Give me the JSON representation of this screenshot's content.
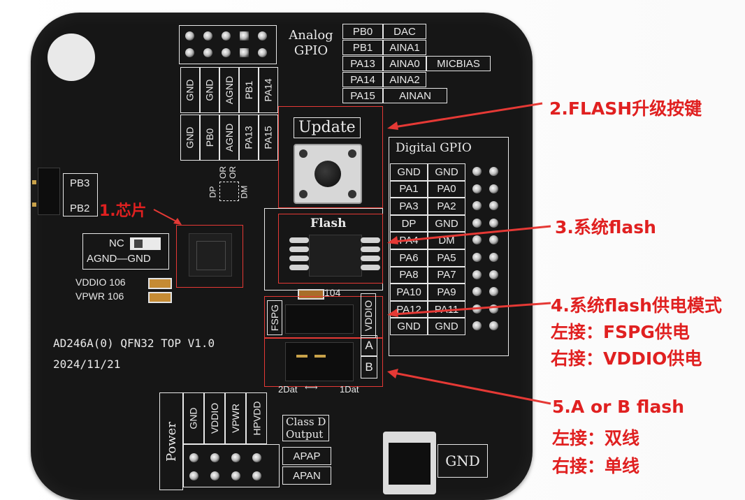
{
  "board": {
    "analog_header": {
      "title_line1": "Analog",
      "title_line2": "GPIO"
    },
    "analog_pin_cols": [
      {
        "top": "GND",
        "bottom": "GND"
      },
      {
        "top": "GND",
        "bottom": "PB0"
      },
      {
        "top": "AGND",
        "bottom": "AGND"
      },
      {
        "top": "PB1",
        "bottom": "PA13"
      },
      {
        "top": "PA14",
        "bottom": "PA15"
      }
    ],
    "analog_table": [
      [
        "PB0",
        "DAC",
        ""
      ],
      [
        "PB1",
        "AINA1",
        ""
      ],
      [
        "PA13",
        "AINA0",
        "MICBIAS"
      ],
      [
        "PA14",
        "AINA2",
        ""
      ],
      [
        "PA15",
        "AINAN",
        ""
      ]
    ],
    "update_label": "Update",
    "digital_title": "Digital GPIO",
    "digital_table": [
      [
        "GND",
        "GND"
      ],
      [
        "PA1",
        "PA0"
      ],
      [
        "PA3",
        "PA2"
      ],
      [
        "DP",
        "GND"
      ],
      [
        "PA4",
        "DM"
      ],
      [
        "PA6",
        "PA5"
      ],
      [
        "PA8",
        "PA7"
      ],
      [
        "PA10",
        "PA9"
      ],
      [
        "PA12",
        "PA11"
      ],
      [
        "GND",
        "GND"
      ]
    ],
    "pb3": "PB3",
    "pb2": "PB2",
    "dp": "DP",
    "or1": "OR",
    "or2": "OR",
    "dm": "DM",
    "nc": "NC",
    "agnd_gnd": "AGND—GND",
    "vddio": "VDDIO 106",
    "vpwr": "VPWR 106",
    "flash_label": "Flash",
    "cap_104": "104",
    "fspg": "FSPG",
    "vddio_v": "VDDIO",
    "a": "A",
    "b": "B",
    "dat2": "2Dat",
    "dat1": "1Dat",
    "model": "AD246A(0) QFN32 TOP V1.0",
    "date": "2024/11/21",
    "power": "Power",
    "power_cols": [
      "GND",
      "VDDIO",
      "VPWR",
      "HPVDD"
    ],
    "classd_line1": "Class D",
    "classd_line2": "Output",
    "apap": "APAP",
    "apan": "APAN",
    "gnd_label": "GND"
  },
  "annotations": {
    "chip": "1.芯片",
    "flash_key": "2.FLASH升级按键",
    "sys_flash": "3.系统flash",
    "power_mode_title": "4.系统flash供电模式",
    "power_mode_left": "左接：FSPG供电",
    "power_mode_right": "右接：VDDIO供电",
    "ab_title": "5.A or B flash",
    "ab_left": "左接：双线",
    "ab_right": "右接：单线"
  },
  "colors": {
    "annotation_red": "#e02020",
    "board": "#161616",
    "silk": "#eaeaea"
  }
}
